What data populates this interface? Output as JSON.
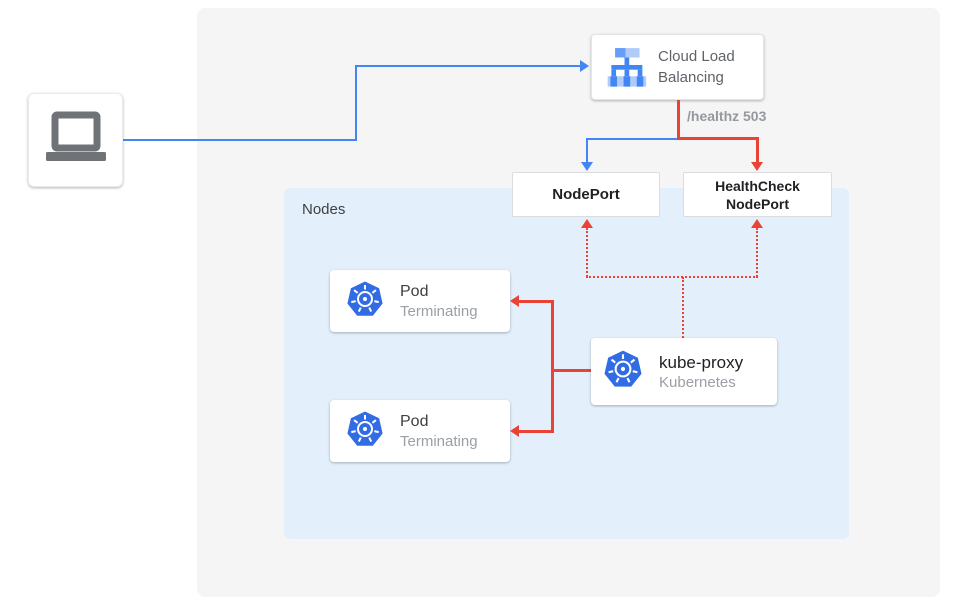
{
  "colors": {
    "blue": "#4285f4",
    "red": "#ea4335",
    "panel-bg": "#f5f5f6",
    "nodes-bg": "#e3f0fc",
    "k8s-blue": "#326ce5",
    "icon-gray": "#6f7377",
    "text-dark": "#202124",
    "text-gray": "#5f6368",
    "text-muted": "#9aa0a6"
  },
  "diagram": {
    "client": {
      "icon": "laptop"
    },
    "cloud_lb": {
      "label": "Cloud Load Balancing",
      "icon": "cloud-load-balancing"
    },
    "edge_healthz": {
      "label": "/healthz 503"
    },
    "nodeport": {
      "label": "NodePort"
    },
    "healthcheck_nodeport": {
      "label": "HealthCheck NodePort"
    },
    "nodes_panel": {
      "label": "Nodes"
    },
    "pods": [
      {
        "title": "Pod",
        "status": "Terminating",
        "icon": "kubernetes"
      },
      {
        "title": "Pod",
        "status": "Terminating",
        "icon": "kubernetes"
      }
    ],
    "kube_proxy": {
      "title": "kube-proxy",
      "subtitle": "Kubernetes",
      "icon": "kubernetes"
    },
    "edges": [
      {
        "from": "client",
        "to": "cloud_lb",
        "color": "blue",
        "style": "solid"
      },
      {
        "from": "cloud_lb",
        "to": "nodeport",
        "color": "blue",
        "style": "solid"
      },
      {
        "from": "cloud_lb",
        "to": "healthcheck_nodeport",
        "color": "red",
        "style": "solid",
        "label": "/healthz 503"
      },
      {
        "from": "kube_proxy",
        "to": "nodeport",
        "color": "red",
        "style": "dotted"
      },
      {
        "from": "kube_proxy",
        "to": "healthcheck_nodeport",
        "color": "red",
        "style": "dotted"
      },
      {
        "from": "kube_proxy",
        "to": "pods.0",
        "color": "red",
        "style": "solid"
      },
      {
        "from": "kube_proxy",
        "to": "pods.1",
        "color": "red",
        "style": "solid"
      }
    ]
  }
}
